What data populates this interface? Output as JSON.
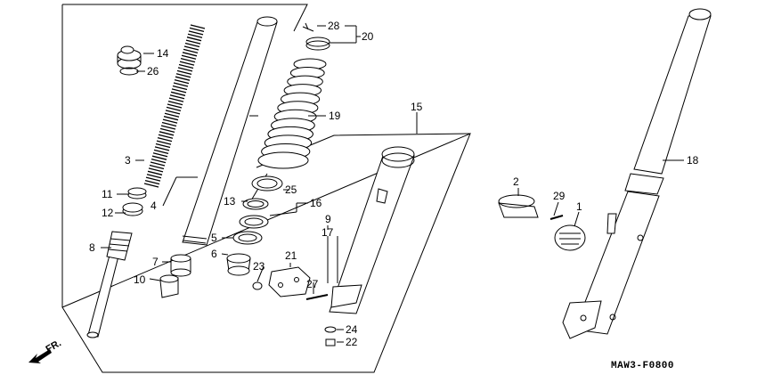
{
  "diagram": {
    "drawing_code": "MAW3-F0800",
    "direction_label": "FR.",
    "callouts": [
      "1",
      "2",
      "3",
      "4",
      "5",
      "6",
      "7",
      "8",
      "9",
      "10",
      "11",
      "12",
      "13",
      "14",
      "15",
      "16",
      "17",
      "19",
      "20",
      "21",
      "22",
      "23",
      "24",
      "25",
      "26",
      "27",
      "28",
      "29",
      "18"
    ]
  },
  "colors": {
    "line": "#000000",
    "background": "#ffffff"
  }
}
